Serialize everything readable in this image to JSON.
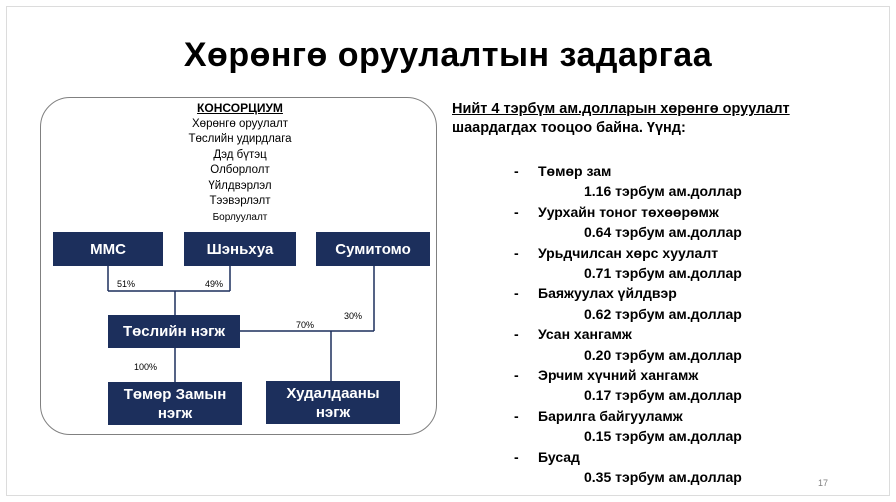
{
  "title": "Хөрөнгө оруулалтын задаргаа",
  "consortium": {
    "heading": "КОНСОРЦИУМ",
    "items": [
      "Хөрөнгө оруулалт",
      "Төслийн удирдлага",
      "Дэд бүтэц",
      "Олборлолт",
      "Үйлдвэрлэл",
      "Тээвэрлэлт"
    ],
    "last_item": "Борлуулалт"
  },
  "diagram": {
    "mmc": "MMC",
    "shenhua": "Шэньхуа",
    "sumitomo": "Сумитомо",
    "project_unit": "Төслийн нэгж",
    "railway_unit_line1": "Төмөр Замын",
    "railway_unit_line2": "нэгж",
    "trade_unit_line1": "Худалдааны",
    "trade_unit_line2": "нэгж",
    "pct_mmc": "51%",
    "pct_shenhua": "49%",
    "pct_70": "70%",
    "pct_30": "30%",
    "pct_100": "100%"
  },
  "summary": {
    "line1": "Нийт 4 тэрбүм ам.долларын хөрөнгө оруулалт",
    "line2": "шаардагдах тооцоо байна. Үүнд:"
  },
  "investments": [
    {
      "dash": "-",
      "label": "Төмөр зам",
      "amount": "1.16 тэрбум ам.доллар"
    },
    {
      "dash": "-",
      "label": "Уурхайн тоног төхөөрөмж",
      "amount": "0.64 тэрбум ам.доллар"
    },
    {
      "dash": "-",
      "label": "Урьдчилсан хөрс хуулалт",
      "amount": "0.71 тэрбум ам.доллар"
    },
    {
      "dash": "-",
      "label": "Баяжуулах үйлдвэр",
      "amount": "0.62 тэрбум ам.доллар"
    },
    {
      "dash": "-",
      "label": "Усан хангамж",
      "amount": "0.20 тэрбум ам.доллар"
    },
    {
      "dash": "-",
      "label": "Эрчим хүчний хангамж",
      "amount": "0.17 тэрбум ам.доллар"
    },
    {
      "dash": "-",
      "label": "Барилга байгууламж",
      "amount": "0.15 тэрбум ам.доллар"
    },
    {
      "dash": "-",
      "label": "Бусад",
      "amount": "0.35 тэрбум ам.доллар"
    }
  ],
  "page_number": "17",
  "colors": {
    "node_fill": "#1c2f5c",
    "connector": "#1c2f5c",
    "box_border": "#808080"
  }
}
